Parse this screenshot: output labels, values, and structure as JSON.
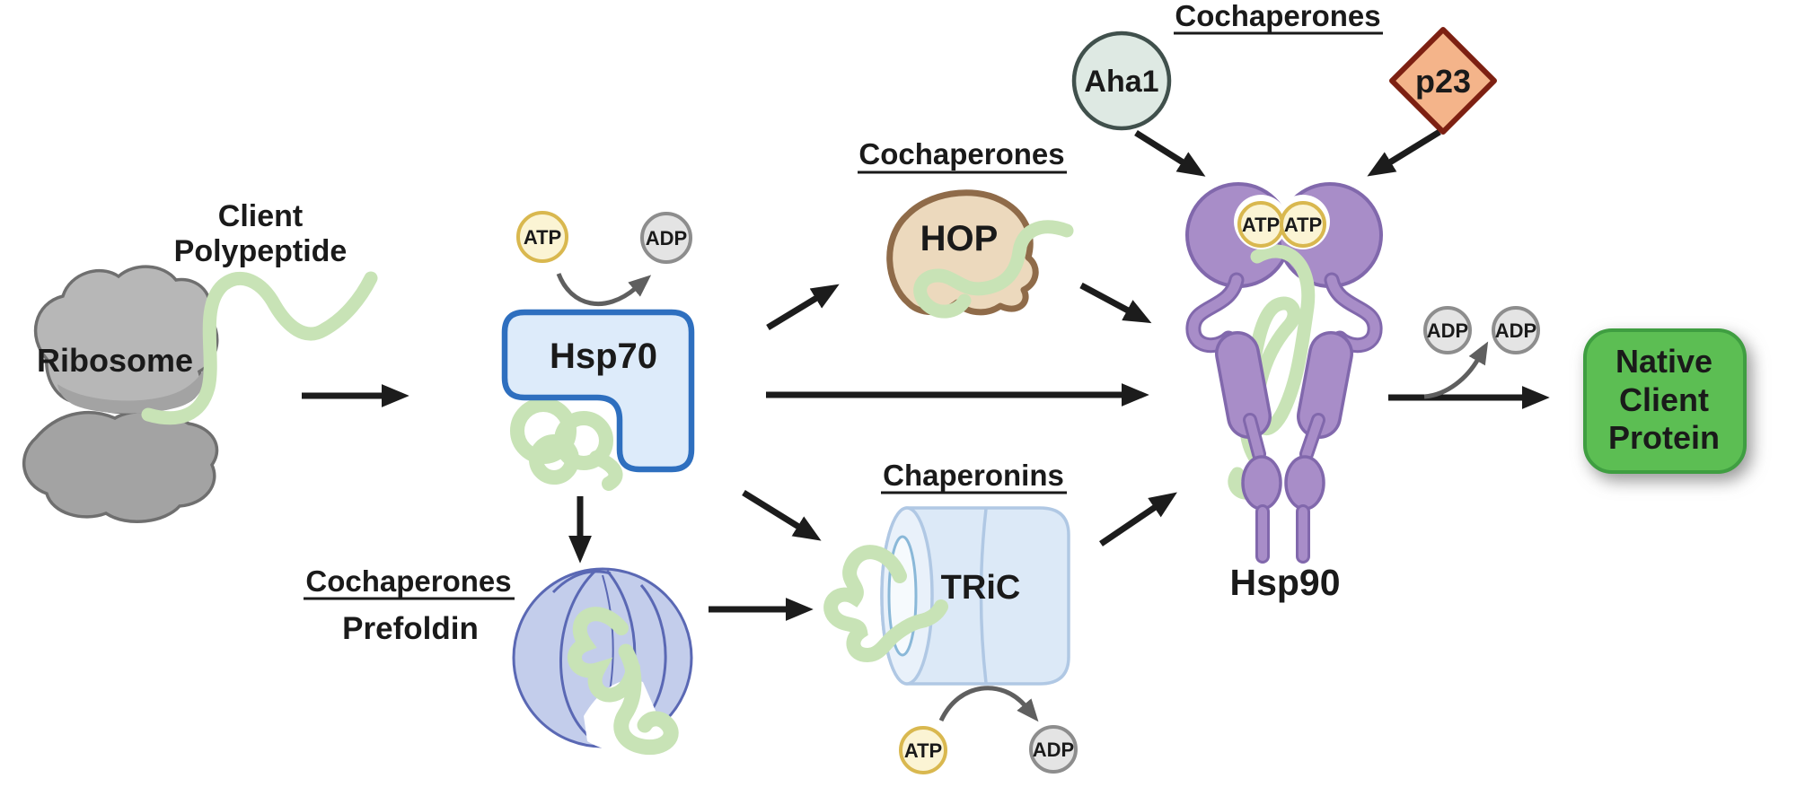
{
  "labels": {
    "ribosome": "Ribosome",
    "client_polypeptide": {
      "line1": "Client",
      "line2": "Polypeptide"
    },
    "hsp70": "Hsp70",
    "hop_group_title": "Cochaperones",
    "hop": "HOP",
    "hsp90_group_title": "Cochaperones",
    "aha1": "Aha1",
    "p23": "p23",
    "hsp90": "Hsp90",
    "chaperonins_title": "Chaperonins",
    "tric": "TRiC",
    "prefoldin_group_title": "Cochaperones",
    "prefoldin": "Prefoldin",
    "native_client_protein": {
      "line1": "Native",
      "line2": "Client",
      "line3": "Protein"
    },
    "atp": "ATP",
    "adp": "ADP"
  },
  "colors": {
    "background": "#ffffff",
    "text": "#1a1a1a",
    "arrow": "#1c1c1c",
    "curved_arrow": "#5f5f5f",
    "polypeptide_green": "#c8e3b6",
    "ribosome_fill": "#b7b7b7",
    "ribosome_shade": "#a3a3a3",
    "ribosome_stroke": "#6f6f6f",
    "hsp70_fill": "#ddebfa",
    "hsp70_stroke": "#2e6fbf",
    "atp_fill": "#fbf4d4",
    "atp_stroke": "#d9b84f",
    "adp_fill": "#e4e4e4",
    "adp_stroke": "#8d8d8d",
    "hop_fill": "#ecd9bd",
    "hop_stroke": "#8f6b49",
    "aha1_fill": "#dee9e3",
    "aha1_stroke": "#40504c",
    "p23_fill": "#f4b48a",
    "p23_stroke": "#7d2012",
    "hsp90_fill": "#a88dc8",
    "hsp90_stroke": "#8168ac",
    "tric_fill": "#dce9f7",
    "tric_stroke": "#b0c8e4",
    "tric_face_fill": "#e9f1fa",
    "tric_hole_fill": "#f6fafd",
    "tric_hole_stroke": "#8ab8d8",
    "prefoldin_fill": "#c3cdeb",
    "prefoldin_stroke": "#5a68b4",
    "native_fill": "#5cbe53",
    "native_stroke": "#3f9e41"
  }
}
